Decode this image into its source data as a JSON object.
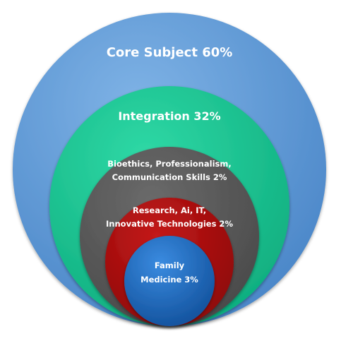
{
  "colors": {
    "core": "#5b9bd5",
    "integration": "#1dc493",
    "bioethics": "#595959",
    "research": "#b00d0d",
    "family": "#1f6ec9"
  },
  "circles": {
    "core": {
      "label": "Core Subject 60%"
    },
    "integration": {
      "label": "Integration 32%"
    },
    "bioethics": {
      "line1": "Bioethics, Professionalism,",
      "line2": "Communication Skills 2%"
    },
    "research": {
      "line1": "Research, Ai, IT,",
      "line2": "Innovative Technologies 2%"
    },
    "family": {
      "line1": "Family",
      "line2": "Medicine 3%"
    }
  }
}
